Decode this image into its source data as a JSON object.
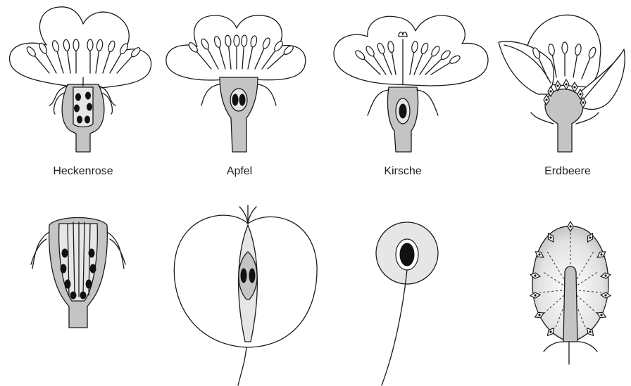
{
  "labels": {
    "heckenrose": "Heckenrose",
    "apfel": "Apfel",
    "kirsche": "Kirsche",
    "erdbeere": "Erdbeere"
  },
  "colors": {
    "tissue": "#c4c4c4",
    "seed": "#111111",
    "outline": "#1a1a1a",
    "background": "#ffffff"
  }
}
